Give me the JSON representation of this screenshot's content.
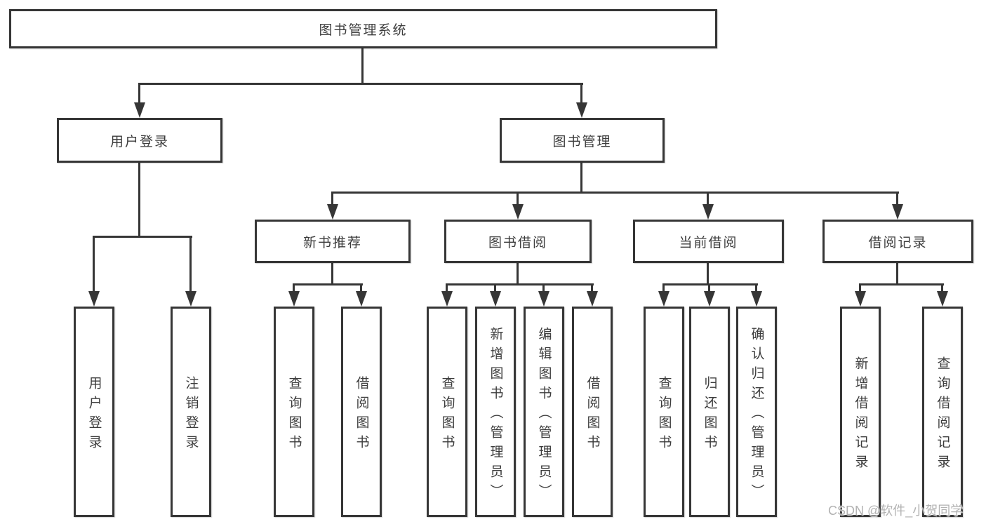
{
  "diagram_type": "tree",
  "tree": {
    "root": {
      "label": "图书管理系统",
      "children": [
        {
          "label": "用户登录",
          "children": [
            {
              "label": "用户登录"
            },
            {
              "label": "注销登录"
            }
          ]
        },
        {
          "label": "图书管理",
          "children": [
            {
              "label": "新书推荐",
              "children": [
                {
                  "label": "查询图书"
                },
                {
                  "label": "借阅图书"
                }
              ]
            },
            {
              "label": "图书借阅",
              "children": [
                {
                  "label": "查询图书"
                },
                {
                  "label": "新增图书（管理员）"
                },
                {
                  "label": "编辑图书（管理员）"
                },
                {
                  "label": "借阅图书"
                }
              ]
            },
            {
              "label": "当前借阅",
              "children": [
                {
                  "label": "查询图书"
                },
                {
                  "label": "归还图书"
                },
                {
                  "label": "确认归还（管理员）"
                }
              ]
            },
            {
              "label": "借阅记录",
              "children": [
                {
                  "label": "新增借阅记录"
                },
                {
                  "label": "查询借阅记录"
                }
              ]
            }
          ]
        }
      ]
    }
  },
  "watermark": {
    "text": "CSDN @软件_小贺同学"
  },
  "colors": {
    "line": "#363636",
    "text": "#3c3c3c",
    "watermark": "#b2b2b2",
    "box-bg": "#ffffff"
  }
}
